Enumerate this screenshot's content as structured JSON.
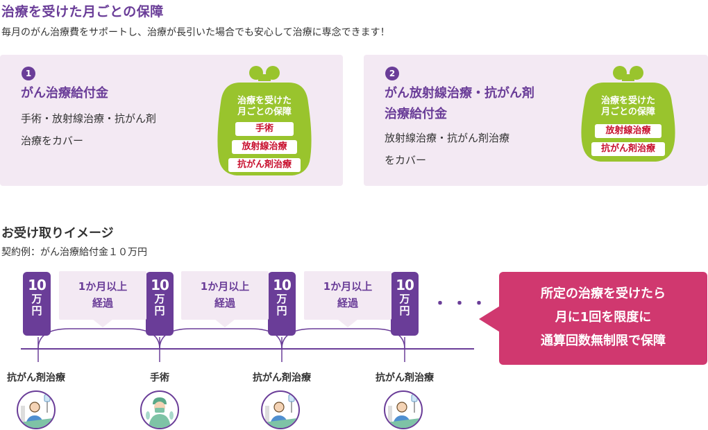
{
  "header": {
    "title": "治療を受けた月ごとの保障",
    "subtitle": "毎月のがん治療費をサポートし、治療が長引いた場合でも安心して治療に専念できます！"
  },
  "cards": [
    {
      "number": "1",
      "title_lines": [
        "がん治療給付金"
      ],
      "desc_lines": [
        "手術・放射線治療・抗がん剤",
        "治療をカバー"
      ],
      "purse_label_lines": [
        "治療を受けた",
        "月ごとの保障"
      ],
      "tags": [
        "手術",
        "放射線治療",
        "抗がん剤治療"
      ]
    },
    {
      "number": "2",
      "title_lines": [
        "がん放射線治療・抗がん剤",
        "治療給付金"
      ],
      "desc_lines": [
        "放射線治療・抗がん剤治療",
        "をカバー"
      ],
      "purse_label_lines": [
        "治療を受けた",
        "月ごとの保障"
      ],
      "tags": [
        "放射線治療",
        "抗がん剤治療"
      ]
    }
  ],
  "timeline": {
    "title": "お受け取りイメージ",
    "subtitle": "契約例：がん治療給付金１０万円",
    "payments": [
      {
        "amount": "10",
        "unit_lines": [
          "万",
          "円"
        ]
      },
      {
        "amount": "10",
        "unit_lines": [
          "万",
          "円"
        ]
      },
      {
        "amount": "10",
        "unit_lines": [
          "万",
          "円"
        ]
      },
      {
        "amount": "10",
        "unit_lines": [
          "万",
          "円"
        ]
      }
    ],
    "intervals": [
      {
        "lines": [
          "1か月以上",
          "経過"
        ]
      },
      {
        "lines": [
          "1か月以上",
          "経過"
        ]
      },
      {
        "lines": [
          "1か月以上",
          "経過"
        ]
      }
    ],
    "ellipsis": "・・・",
    "events": [
      {
        "label": "抗がん剤治療",
        "icon": "patient-iv-icon"
      },
      {
        "label": "手術",
        "icon": "surgeon-icon"
      },
      {
        "label": "抗がん剤治療",
        "icon": "patient-iv-icon"
      },
      {
        "label": "抗がん剤治療",
        "icon": "patient-iv-icon"
      }
    ],
    "callout_lines": [
      "所定の治療を受けたら",
      "月に1回を限度に",
      "通算回数無制限で保障"
    ]
  },
  "colors": {
    "purple": "#6a3d98",
    "card_bg": "#f3e9f3",
    "purse_green": "#99c42d",
    "tag_red": "#c8102e",
    "callout_pink": "#d0386f"
  }
}
